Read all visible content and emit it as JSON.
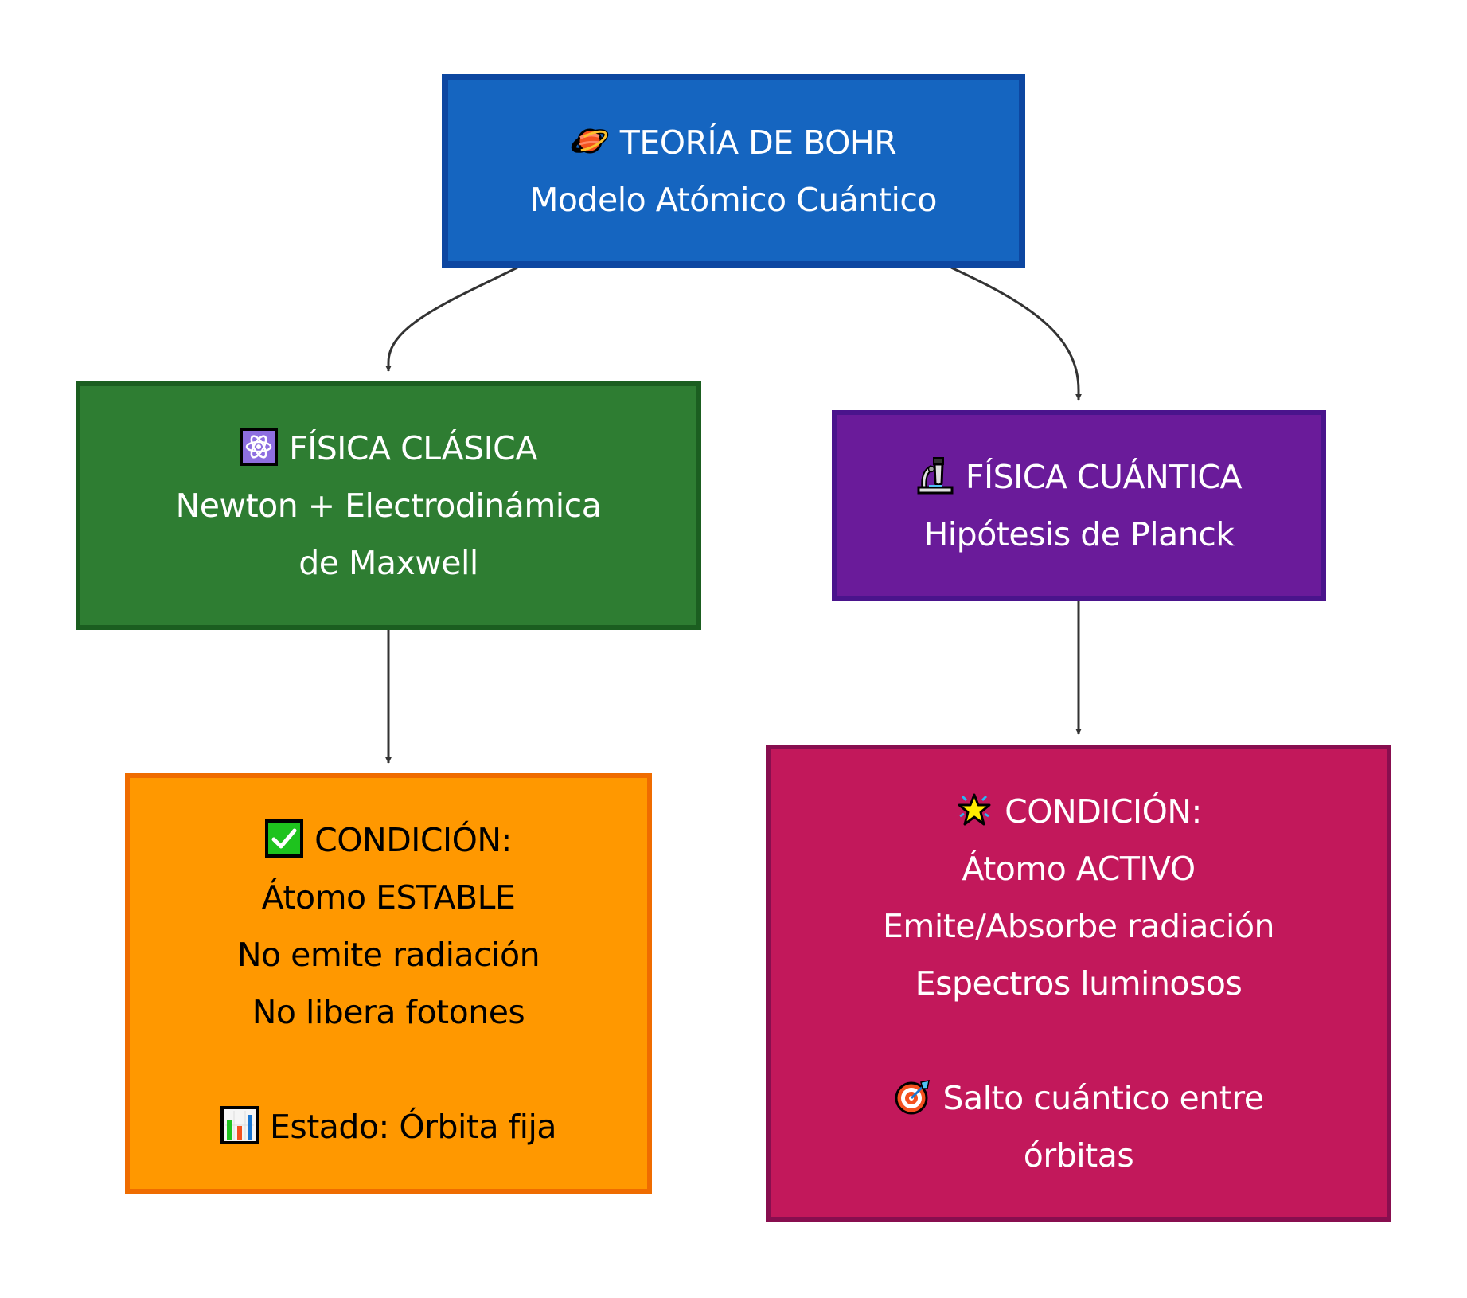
{
  "diagram": {
    "type": "flowchart",
    "direction": "top-down",
    "nodes": {
      "bohr": {
        "icon": "ringed-planet-icon",
        "title": "TEORÍA DE BOHR",
        "lines": [
          "Modelo Atómico Cuántico"
        ],
        "fill": "#1565c0",
        "stroke": "#0d47a1",
        "text_color": "#ffffff"
      },
      "clasica": {
        "icon": "atom-symbol-icon",
        "title": "FÍSICA CLÁSICA",
        "lines": [
          "Newton + Electrodinámica",
          "de Maxwell"
        ],
        "fill": "#2e7d32",
        "stroke": "#1b5e20",
        "text_color": "#ffffff"
      },
      "cuantica": {
        "icon": "microscope-icon",
        "title": "FÍSICA CUÁNTICA",
        "lines": [
          "Hipótesis de Planck"
        ],
        "fill": "#6a1b9a",
        "stroke": "#4a148c",
        "text_color": "#ffffff"
      },
      "estable": {
        "icon": "check-mark-button-icon",
        "title": "CONDICIÓN:",
        "lines": [
          "Átomo ESTABLE",
          "No emite radiación",
          "No libera fotones"
        ],
        "footer_icon": "bar-chart-icon",
        "footer_lines": [
          "Estado: Órbita fija"
        ],
        "fill": "#ff9800",
        "stroke": "#ef6c00",
        "text_color": "#000000"
      },
      "activo": {
        "icon": "glowing-star-icon",
        "title": "CONDICIÓN:",
        "lines": [
          "Átomo ACTIVO",
          "Emite/Absorbe radiación",
          "Espectros luminosos"
        ],
        "footer_icon": "direct-hit-target-icon",
        "footer_lines": [
          "Salto cuántico entre",
          "órbitas"
        ],
        "fill": "#c2185b",
        "stroke": "#880e4f",
        "text_color": "#ffffff"
      }
    },
    "edges": [
      {
        "from": "bohr",
        "to": "clasica"
      },
      {
        "from": "bohr",
        "to": "cuantica"
      },
      {
        "from": "clasica",
        "to": "estable"
      },
      {
        "from": "cuantica",
        "to": "activo"
      }
    ],
    "edge_color": "#333333"
  }
}
